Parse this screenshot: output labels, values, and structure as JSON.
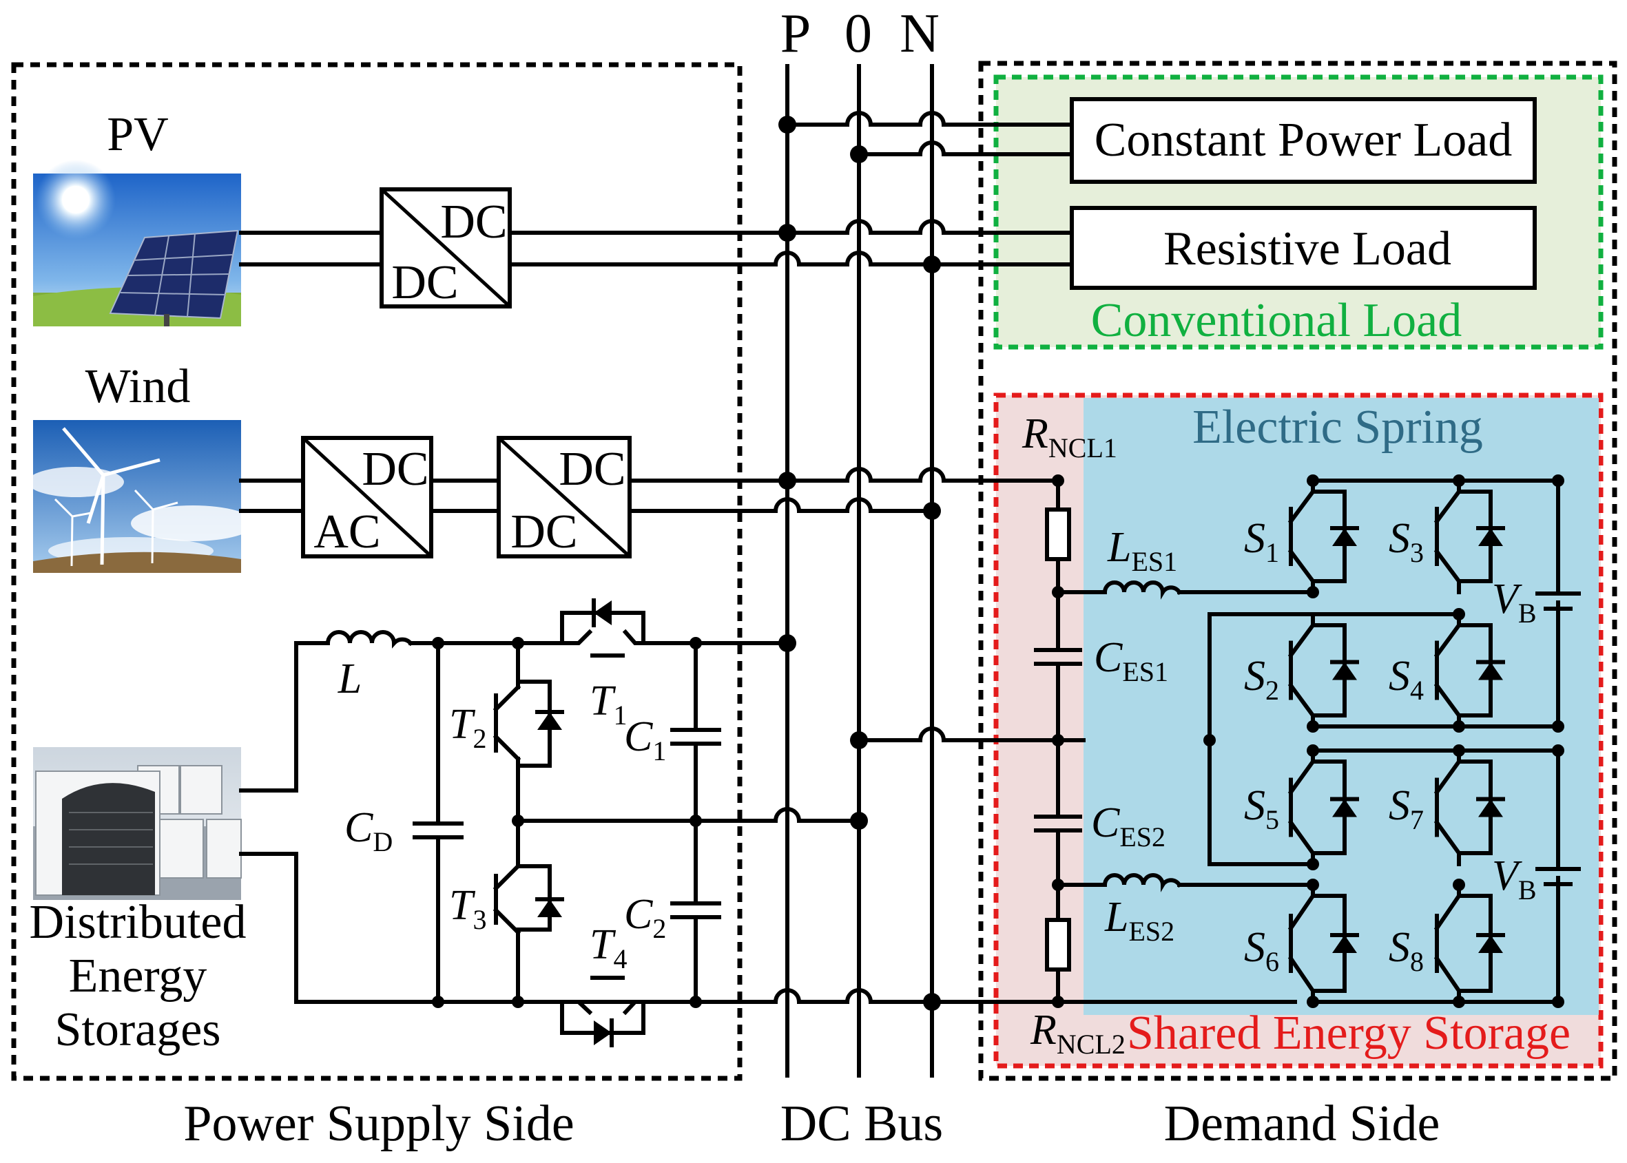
{
  "bus": {
    "p_label": "P",
    "zero_label": "0",
    "n_label": "N",
    "title": "DC Bus"
  },
  "supply": {
    "title": "Power Supply Side",
    "pv_label": "PV",
    "wind_label": "Wind",
    "storage_label_line1": "Distributed",
    "storage_label_line2": "Energy",
    "storage_label_line3": "Storages",
    "pv_converter": {
      "top": "DC",
      "bottom": "DC"
    },
    "wind_rectifier": {
      "top": "DC",
      "bottom": "AC"
    },
    "wind_converter": {
      "top": "DC",
      "bottom": "DC"
    },
    "inductor_label": "L",
    "cap_d": {
      "main": "C",
      "sub": "D"
    },
    "t1": {
      "main": "T",
      "sub": "1"
    },
    "t2": {
      "main": "T",
      "sub": "2"
    },
    "t3": {
      "main": "T",
      "sub": "3"
    },
    "t4": {
      "main": "T",
      "sub": "4"
    },
    "c1": {
      "main": "C",
      "sub": "1"
    },
    "c2": {
      "main": "C",
      "sub": "2"
    }
  },
  "demand": {
    "title": "Demand Side",
    "conventional_title": "Conventional Load",
    "constant_power_load": "Constant Power Load",
    "resistive_load": "Resistive Load",
    "electric_spring_title": "Electric Spring",
    "shared_storage_title": "Shared Energy Storage",
    "rncl1": {
      "main": "R",
      "sub": "NCL1"
    },
    "rncl2": {
      "main": "R",
      "sub": "NCL2"
    },
    "les1": {
      "main": "L",
      "sub": "ES1"
    },
    "les2": {
      "main": "L",
      "sub": "ES2"
    },
    "ces1": {
      "main": "C",
      "sub": "ES1"
    },
    "ces2": {
      "main": "C",
      "sub": "ES2"
    },
    "vb_top": {
      "main": "V",
      "sub": "B"
    },
    "vb_bottom": {
      "main": "V",
      "sub": "B"
    },
    "s1": {
      "main": "S",
      "sub": "1"
    },
    "s2": {
      "main": "S",
      "sub": "2"
    },
    "s3": {
      "main": "S",
      "sub": "3"
    },
    "s4": {
      "main": "S",
      "sub": "4"
    },
    "s5": {
      "main": "S",
      "sub": "5"
    },
    "s6": {
      "main": "S",
      "sub": "6"
    },
    "s7": {
      "main": "S",
      "sub": "7"
    },
    "s8": {
      "main": "S",
      "sub": "8"
    }
  },
  "colors": {
    "conventional_green": "#10b040",
    "conventional_fill": "#e6efda",
    "shared_red": "#e41b1b",
    "shared_fill": "#f0dcdc",
    "spring_blue": "#add9e8",
    "spring_text": "#2f6b86"
  }
}
